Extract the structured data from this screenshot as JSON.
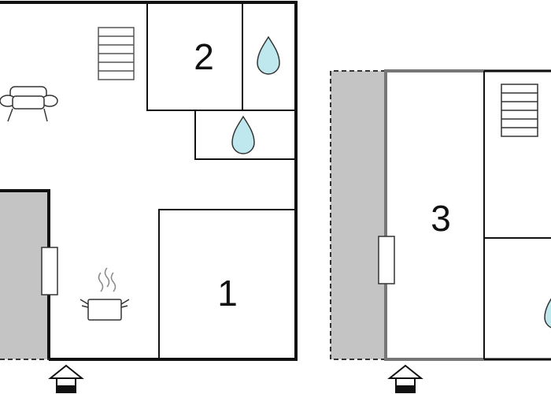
{
  "floorplan": {
    "rooms": [
      {
        "label": "1"
      },
      {
        "label": "2"
      },
      {
        "label": "3"
      }
    ]
  },
  "icons": {
    "sofa": "sofa-icon",
    "stairs": "stairs-icon",
    "water": "water-drop-icon",
    "pot": "cooking-pot-icon",
    "entrance": "entrance-icon"
  },
  "colors": {
    "wall": "#111111",
    "hatched_area": "#c4c4c4",
    "water_fill": "#bfe8ee",
    "water_stroke": "#333333"
  }
}
